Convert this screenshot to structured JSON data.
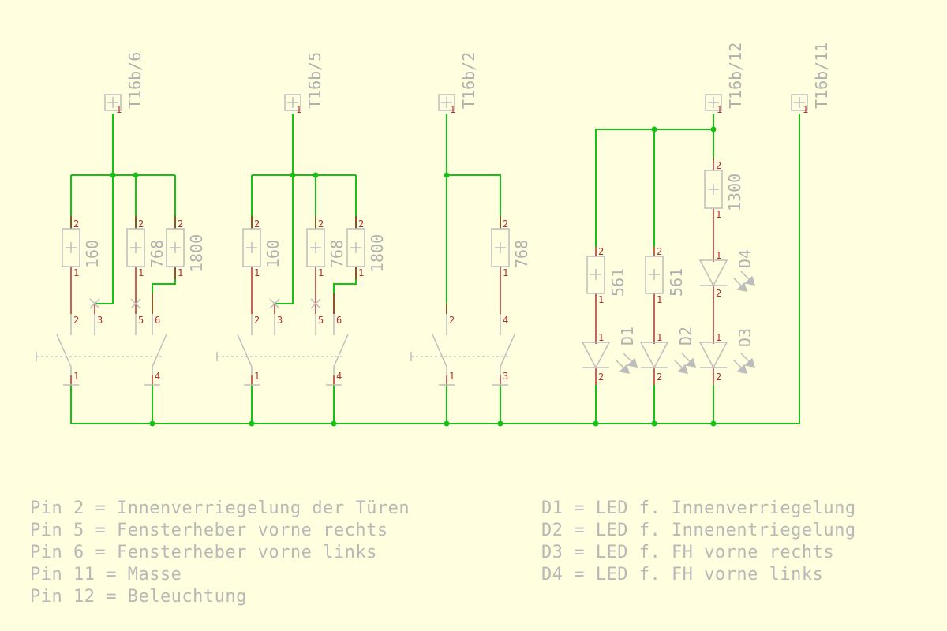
{
  "connectors": [
    {
      "label": "T16b/6",
      "pin": "1"
    },
    {
      "label": "T16b/5",
      "pin": "1"
    },
    {
      "label": "T16b/2",
      "pin": "1"
    },
    {
      "label": "T16b/12",
      "pin": "1"
    },
    {
      "label": "T16b/11",
      "pin": "1"
    }
  ],
  "resistors": [
    {
      "value": "160",
      "pin_top": "2",
      "pin_bottom": "1"
    },
    {
      "value": "768",
      "pin_top": "2",
      "pin_bottom": "1"
    },
    {
      "value": "1800",
      "pin_top": "2",
      "pin_bottom": "1"
    },
    {
      "value": "160",
      "pin_top": "2",
      "pin_bottom": "1"
    },
    {
      "value": "768",
      "pin_top": "2",
      "pin_bottom": "1"
    },
    {
      "value": "1800",
      "pin_top": "2",
      "pin_bottom": "1"
    },
    {
      "value": "768",
      "pin_top": "2",
      "pin_bottom": "1"
    },
    {
      "value": "1300",
      "pin_top": "2",
      "pin_bottom": "1"
    },
    {
      "value": "561",
      "pin_top": "2",
      "pin_bottom": "1"
    },
    {
      "value": "561",
      "pin_top": "2",
      "pin_bottom": "1"
    }
  ],
  "switch_pins": [
    {
      "a": "2",
      "b": "3",
      "c": "5",
      "d": "6",
      "e": "1",
      "f": "4"
    },
    {
      "a": "2",
      "b": "3",
      "c": "5",
      "d": "6",
      "e": "1",
      "f": "4"
    },
    {
      "a": "2",
      "b": "4",
      "e": "1",
      "f": "3"
    }
  ],
  "leds": [
    {
      "name": "D1",
      "pin_top": "1",
      "pin_bottom": "2"
    },
    {
      "name": "D2",
      "pin_top": "1",
      "pin_bottom": "2"
    },
    {
      "name": "D3",
      "pin_top": "1",
      "pin_bottom": "2"
    },
    {
      "name": "D4",
      "pin_top": "1",
      "pin_bottom": "2"
    }
  ],
  "notes_left": [
    "Pin 2 = Innenverriegelung der Türen",
    "Pin 5 = Fensterheber vorne rechts",
    "Pin 6 = Fensterheber vorne links",
    "Pin 11 = Masse",
    "Pin 12 = Beleuchtung"
  ],
  "notes_right": [
    "D1 = LED f. Innenverriegelung",
    "D2 = LED f. Innenentriegelung",
    "D3 = LED f. FH vorne rechts",
    "D4 = LED f. FH vorne links"
  ],
  "colors": {
    "background": "#ffffe0",
    "wire": "#16c016",
    "symbol": "#bdbdbd",
    "pin": "#b03030",
    "text": "#b0b0b0"
  }
}
